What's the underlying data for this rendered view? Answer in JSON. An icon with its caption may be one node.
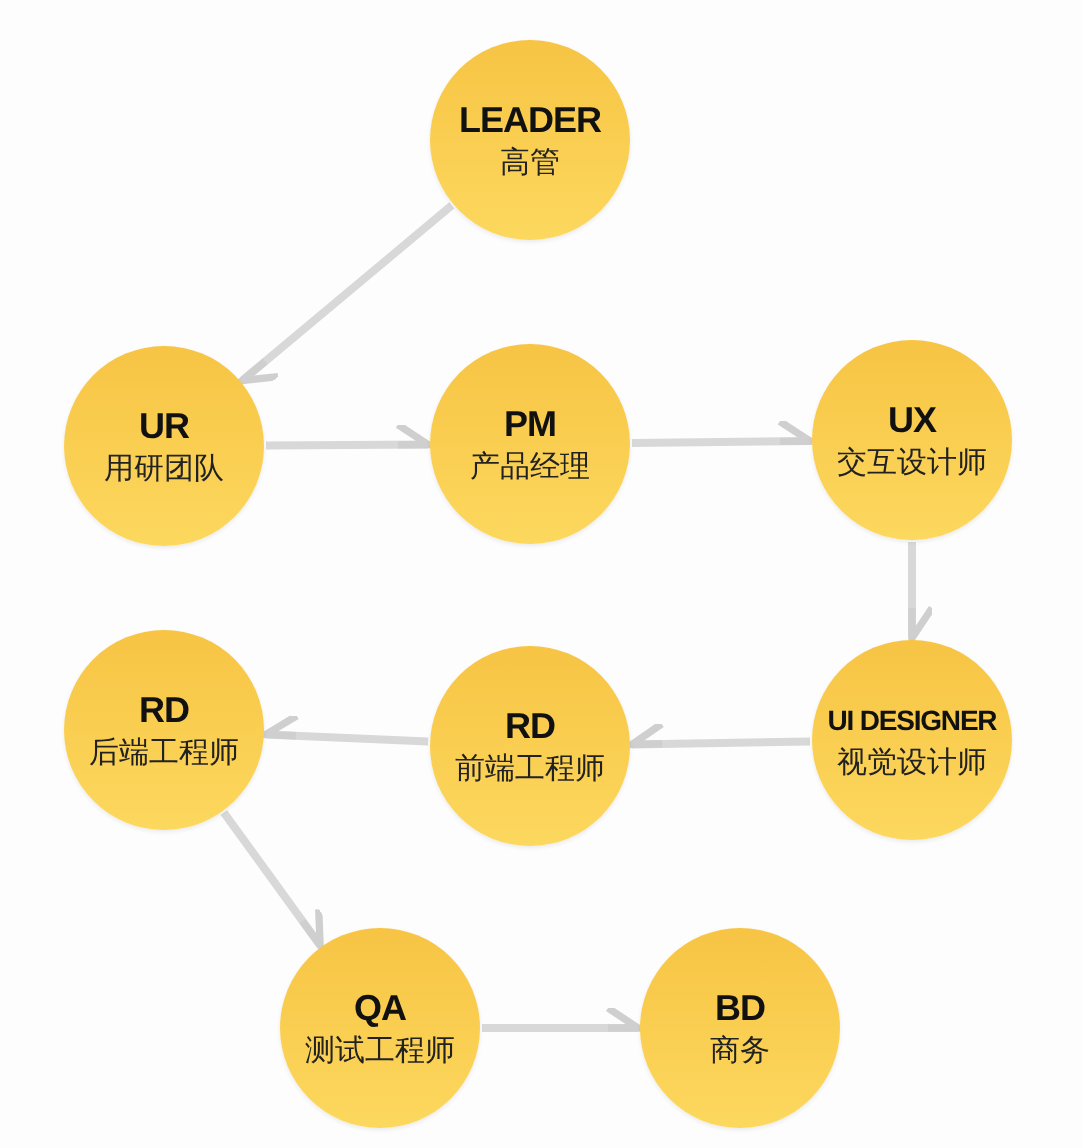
{
  "diagram": {
    "nodes": [
      {
        "text": [
          "LEADER",
          "高管"
        ]
      },
      {
        "text": [
          "UR",
          "用研团队"
        ]
      },
      {
        "text": [
          "PM",
          "产品经理"
        ]
      },
      {
        "text": [
          "UX",
          "交互设计师"
        ]
      },
      {
        "text": [
          "UI DESIGNER",
          "视觉设计师"
        ]
      },
      {
        "text": [
          "RD",
          "前端工程师"
        ]
      },
      {
        "text": [
          "RD",
          "后端工程师"
        ]
      },
      {
        "text": [
          "QA",
          "测试工程师"
        ]
      },
      {
        "text": [
          "BD",
          "商务"
        ]
      }
    ],
    "edges": [
      {
        "from": 0,
        "to": 1,
        "arrow": "to"
      },
      {
        "from": 1,
        "to": 2,
        "arrow": "to"
      },
      {
        "from": 2,
        "to": 3,
        "arrow": "to"
      },
      {
        "from": 3,
        "to": 4,
        "arrow": "to"
      },
      {
        "from": 4,
        "to": 5,
        "arrow": "to"
      },
      {
        "from": 5,
        "to": 6,
        "arrow": "to"
      },
      {
        "from": 6,
        "to": 7,
        "arrow": "to"
      },
      {
        "from": 7,
        "to": 8,
        "arrow": "to"
      }
    ]
  }
}
